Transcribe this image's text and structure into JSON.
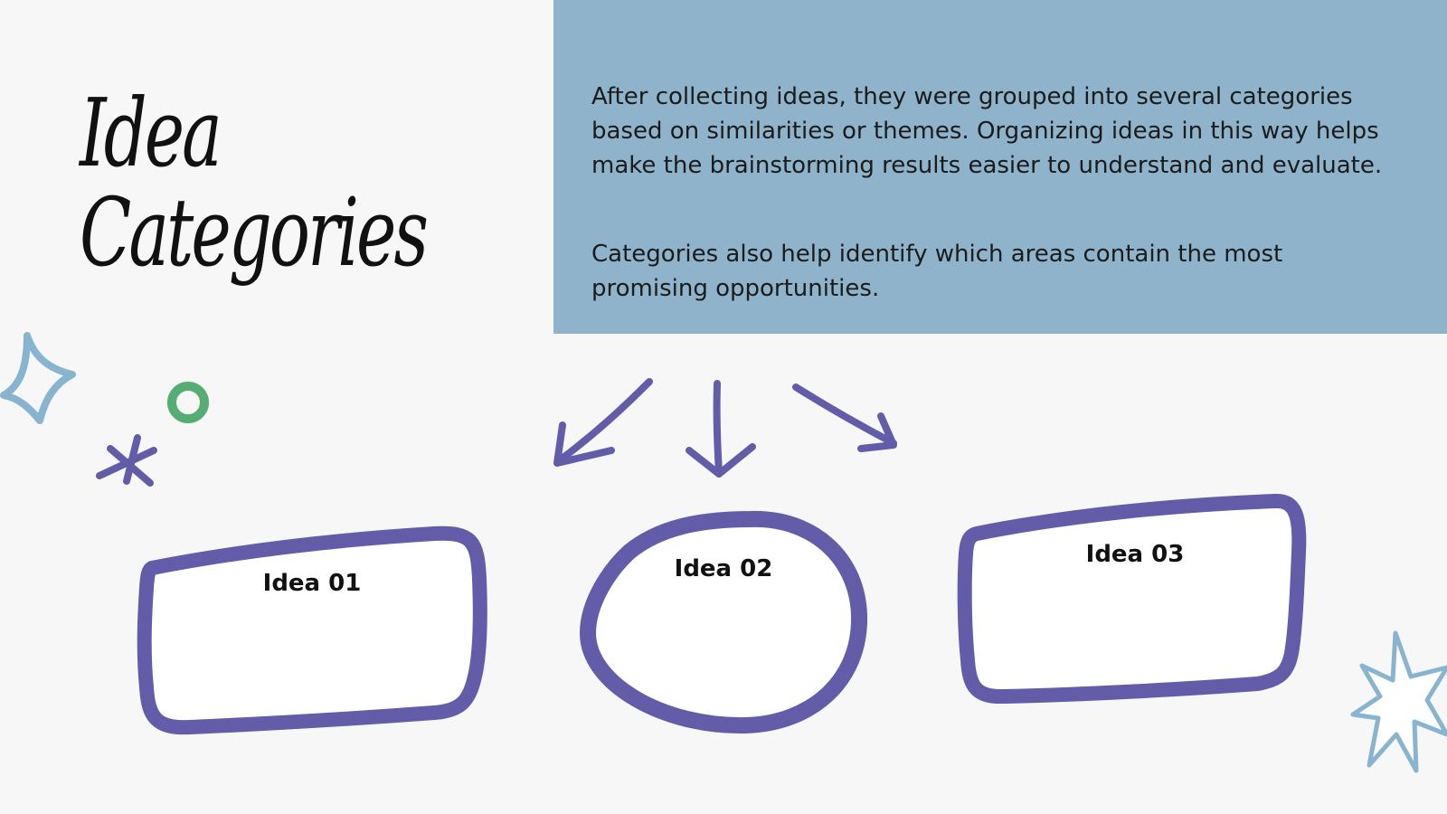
{
  "title": {
    "line1": "Idea",
    "line2": "Categories"
  },
  "description": {
    "paragraph1": "After collecting ideas, they were grouped into several categories based on similarities or themes. Organizing ideas in this way helps make the brainstorming results easier to understand and evaluate.",
    "paragraph2": "Categories also help identify which areas contain the most promising opportunities."
  },
  "ideas": [
    {
      "label": "Idea 01"
    },
    {
      "label": "Idea 02"
    },
    {
      "label": "Idea 03"
    }
  ],
  "colors": {
    "background": "#f7f7f7",
    "panel": "#8fb3cb",
    "shape_outline": "#625ca9",
    "shape_fill": "#ffffff",
    "sparkle_blue": "#88b4d0",
    "circle_green": "#56ad74",
    "asterisk_purple": "#625ca9"
  },
  "icons": [
    "four-point-sparkle-icon",
    "circle-doodle-icon",
    "asterisk-doodle-icon",
    "starburst-doodle-icon",
    "arrow-down-left-icon",
    "arrow-down-icon",
    "arrow-down-right-icon"
  ]
}
